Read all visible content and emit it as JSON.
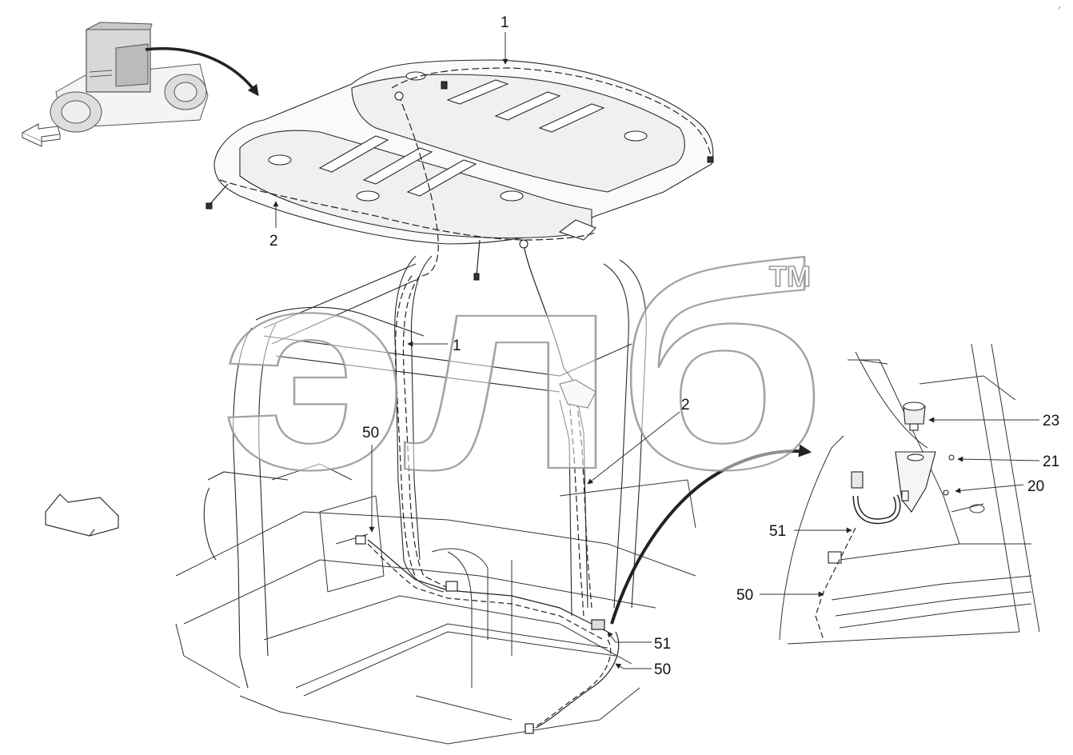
{
  "watermark": {
    "text": "элб",
    "tm": "TM"
  },
  "corner_mark": "↗",
  "callouts": {
    "c1_top": "1",
    "c1_mid": "1",
    "c2_left": "2",
    "c2_mid": "2",
    "c50_left": "50",
    "c51_bottom": "51",
    "c50_bottom": "50",
    "c23": "23",
    "c21": "21",
    "c20": "20",
    "c51_detail": "51",
    "c50_detail": "50"
  },
  "colors": {
    "line": "#2a2a2a",
    "faint": "#8a8a8a",
    "watermark_stroke": "#9a9a9a",
    "watermark_fill": "#ffffff"
  }
}
